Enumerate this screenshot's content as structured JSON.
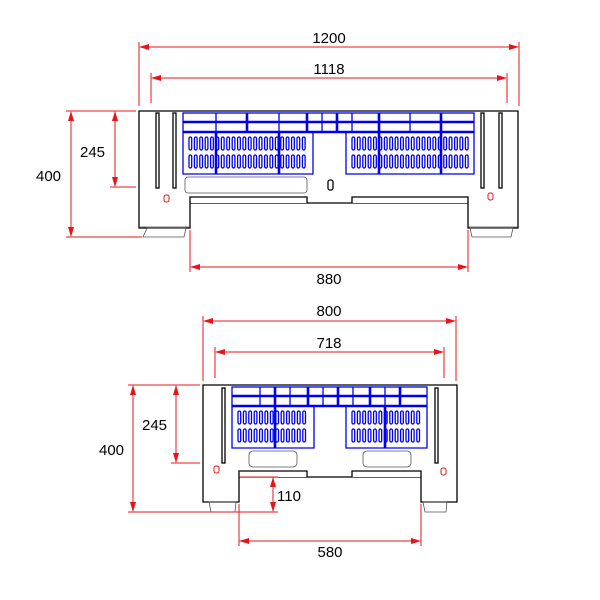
{
  "views": {
    "long_side": {
      "overall_width": "1200",
      "inner_width": "1118",
      "height": "400",
      "opening_height": "245",
      "opening_width": "880"
    },
    "short_side": {
      "overall_width": "800",
      "inner_width": "718",
      "height": "400",
      "opening_height": "245",
      "clearance_height": "110",
      "opening_width": "580"
    }
  },
  "colors": {
    "dimension": "#e8141b",
    "grid": "#0000ee",
    "outline": "#000000"
  }
}
